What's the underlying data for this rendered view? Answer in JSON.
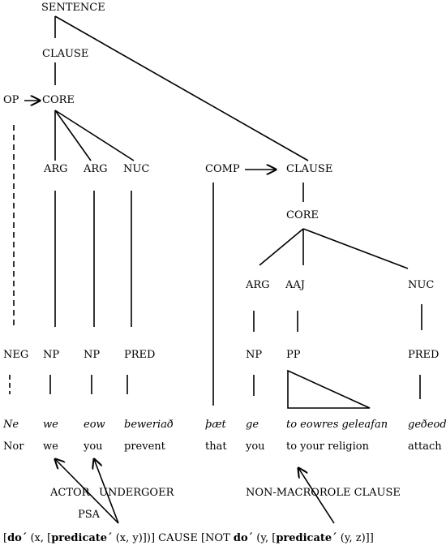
{
  "tree": {
    "sentence": "SENTENCE",
    "clause": "CLAUSE",
    "op": "OP",
    "core": "CORE",
    "arg1": "ARG",
    "arg2": "ARG",
    "nuc": "NUC",
    "comp": "COMP",
    "clause2": "CLAUSE",
    "core2": "CORE",
    "arg3": "ARG",
    "aaj": "AAJ",
    "nuc2": "NUC"
  },
  "categories": {
    "neg": "NEG",
    "np1": "NP",
    "np2": "NP",
    "pred1": "PRED",
    "np3": "NP",
    "pp": "PP",
    "pred2": "PRED"
  },
  "gloss_line": {
    "w1": "Ne",
    "w2": "we",
    "w3": "eow",
    "w4": "beweriað",
    "w5": "þæt",
    "w6": "ge",
    "w7": "to eowres geleafan",
    "w8": "geðeode"
  },
  "translation_line": {
    "t1": "Nor",
    "t2": "we",
    "t3": "you",
    "t4": "prevent",
    "t5": "that",
    "t6": "you",
    "t7": "to your religion",
    "t8": "attach"
  },
  "roles": {
    "actor": "ACTOR",
    "undergoer": "UNDERGOER",
    "psa": "PSA",
    "nonmacrorole": "NON-MACROROLE CLAUSE"
  },
  "formula": {
    "p1": "[",
    "do1": "do´",
    "p2": " (x, [",
    "pred1": "predicate´",
    "p3": " (x, y)])] CAUSE [NOT ",
    "do2": "do´",
    "p4": " (y, [",
    "pred2": "predicate´",
    "p5": " (y, z)]]"
  }
}
